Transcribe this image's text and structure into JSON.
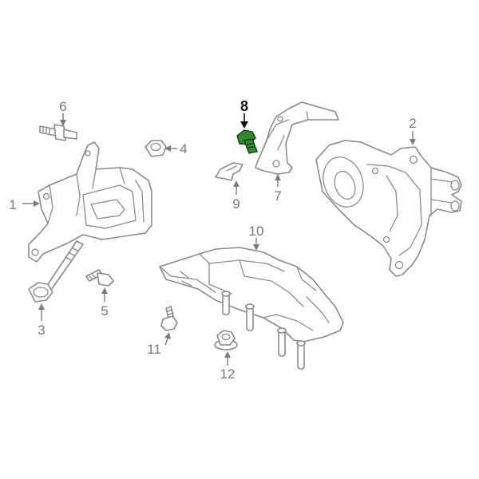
{
  "diagram": {
    "highlight_color": "#2f8a2f",
    "line_color": "#8a8a8a",
    "callouts": {
      "c1": "1",
      "c2": "2",
      "c3": "3",
      "c4": "4",
      "c5": "5",
      "c6": "6",
      "c7": "7",
      "c8": "8",
      "c9": "9",
      "c10": "10",
      "c11": "11",
      "c12": "12"
    },
    "highlighted_part": "8"
  }
}
